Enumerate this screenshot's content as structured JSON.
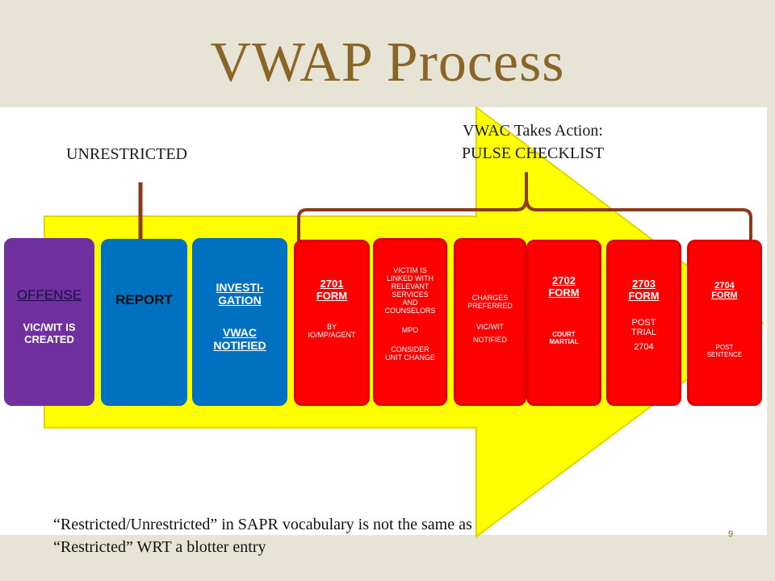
{
  "title": "VWAP Process",
  "labels": {
    "unrestricted": "UNRESTRICTED",
    "takes_action_line1": "VWAC Takes Action:",
    "takes_action_line2": "PULSE CHECKLIST"
  },
  "boxes": [
    {
      "lines": [
        "OFFENSE",
        "VIC/WIT IS",
        "CREATED"
      ]
    },
    {
      "lines": [
        "REPORT"
      ]
    },
    {
      "lines": [
        "INVESTI-",
        "GATION",
        "VWAC",
        "NOTIFIED"
      ]
    },
    {
      "lines": [
        "2701",
        "FORM",
        "BY",
        "IO/MP/AGENT"
      ]
    },
    {
      "lines": [
        "VICTIM IS",
        "LINKED WITH",
        "RELEVANT",
        "SERVICES",
        "AND",
        "COUNSELORS",
        "MPO",
        "CONSIDER",
        "UNIT CHANGE"
      ]
    },
    {
      "lines": [
        "CHARGES",
        "PREFERRED",
        "VIC/WIT",
        "NOTIFIED"
      ]
    },
    {
      "lines": [
        "2702",
        "FORM",
        "COURT",
        "MARTIAL"
      ]
    },
    {
      "lines": [
        "2703",
        "FORM",
        "POST",
        "TRIAL",
        "2704"
      ]
    },
    {
      "lines": [
        "2704",
        "FORM",
        "POST",
        "SENTENCE"
      ]
    }
  ],
  "footnote": {
    "line1": "“Restricted/Unrestricted” in SAPR vocabulary is not the same as",
    "line2": "“Restricted” WRT a blotter entry"
  },
  "page_number": "9",
  "colors": {
    "title": "#8a6528",
    "arrow": "#ffff00",
    "purple": "#7030a0",
    "blue": "#0070c0",
    "red": "#ff0000",
    "brace": "#8b3a1a",
    "pointer": "#8b3a1a"
  }
}
